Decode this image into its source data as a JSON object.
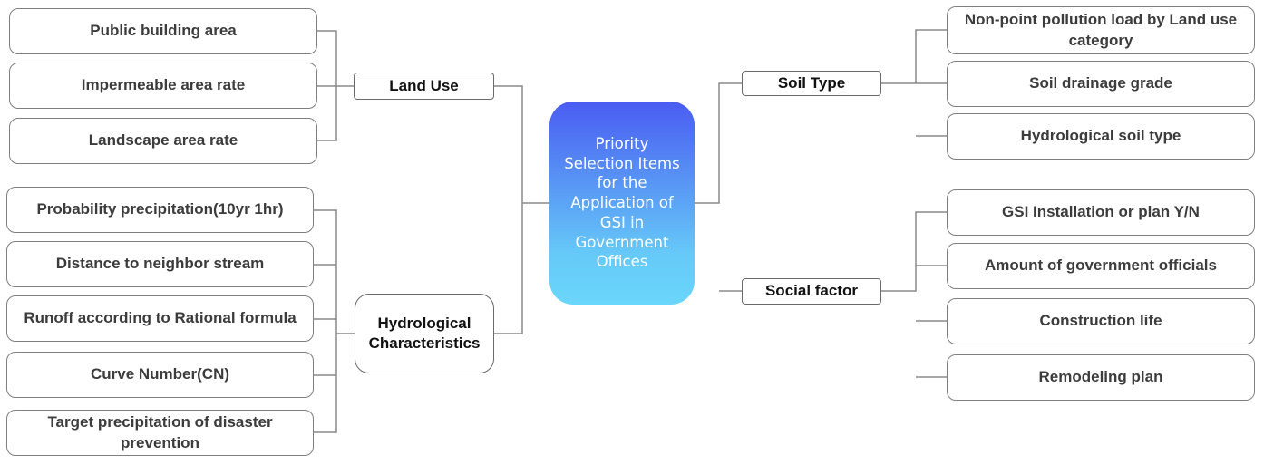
{
  "center": {
    "text": "Priority Selection Items for the Application of GSI in Government Offices"
  },
  "categories": {
    "land_use": "Land Use",
    "hydrological": "Hydrological Characteristics",
    "soil_type": "Soil Type",
    "social_factor": "Social factor"
  },
  "land_use_items": [
    "Public building area",
    "Impermeable area rate",
    "Landscape area rate"
  ],
  "hydrological_items": [
    "Probability precipitation(10yr 1hr)",
    "Distance to neighbor stream",
    "Runoff according to Rational formula",
    "Curve Number(CN)",
    "Target precipitation of disaster prevention"
  ],
  "soil_type_items": [
    "Non-point pollution load by Land use category",
    "Soil drainage grade",
    "Hydrological soil type"
  ],
  "social_factor_items": [
    "GSI Installation or plan Y/N",
    "Amount of government officials",
    "Construction life",
    "Remodeling plan"
  ]
}
